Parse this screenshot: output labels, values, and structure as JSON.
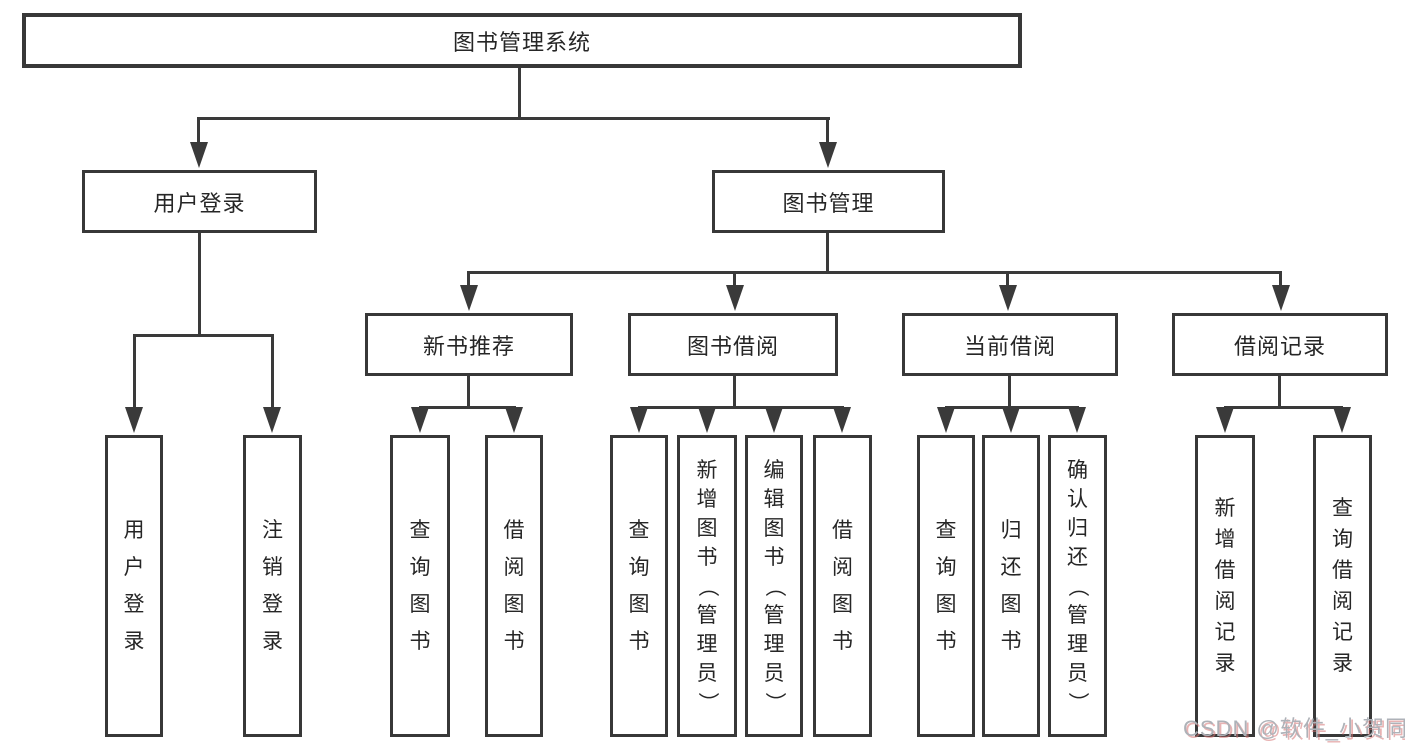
{
  "tree": {
    "root": {
      "label": "图书管理系统",
      "children": [
        {
          "label": "用户登录",
          "children": [
            {
              "label": "用户登录"
            },
            {
              "label": "注销登录"
            }
          ]
        },
        {
          "label": "图书管理",
          "children": [
            {
              "label": "新书推荐",
              "children": [
                {
                  "label": "查询图书"
                },
                {
                  "label": "借阅图书"
                }
              ]
            },
            {
              "label": "图书借阅",
              "children": [
                {
                  "label": "查询图书"
                },
                {
                  "label": "新增图书（管理员）"
                },
                {
                  "label": "编辑图书（管理员）"
                },
                {
                  "label": "借阅图书"
                }
              ]
            },
            {
              "label": "当前借阅",
              "children": [
                {
                  "label": "查询图书"
                },
                {
                  "label": "归还图书"
                },
                {
                  "label": "确认归还（管理员）"
                }
              ]
            },
            {
              "label": "借阅记录",
              "children": [
                {
                  "label": "新增借阅记录"
                },
                {
                  "label": "查询借阅记录"
                }
              ]
            }
          ]
        }
      ]
    }
  },
  "watermark": {
    "text": "CSDN @软件_小贺同学"
  },
  "colors": {
    "line": "#3a3a3a",
    "box_border": "#383838",
    "text": "#262626",
    "background": "#ffffff",
    "watermark_text": "#aeb2b8",
    "watermark_shadow": "#d67474"
  }
}
